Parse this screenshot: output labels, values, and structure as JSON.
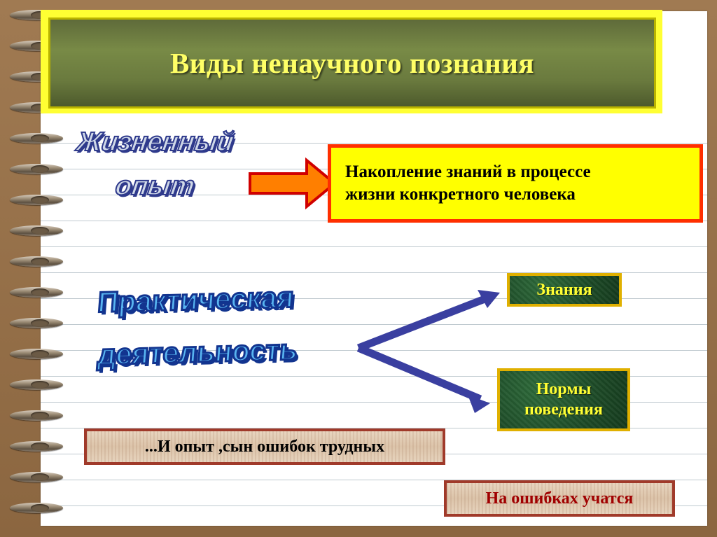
{
  "slide": {
    "title": "Виды ненаучного познания",
    "branch_life": {
      "label_line1": "Жизненный",
      "label_line2": "опыт",
      "result_line1": "Накопление знаний в процессе",
      "result_line2": "жизни конкретного человека"
    },
    "branch_practice": {
      "label_line1": "Практическая",
      "label_line2": "деятельность",
      "outcome_1": "Знания",
      "outcome_2_line1": "Нормы",
      "outcome_2_line2": "поведения"
    },
    "quotes": {
      "quote_1": "...И опыт ,сын ошибок трудных",
      "quote_2": "На  ошибках учатся"
    },
    "colors": {
      "title_banner_fill": "#ffff33",
      "title_band": "#6a7a3e",
      "title_text": "#ffff66",
      "accum_box_fill": "#ffff00",
      "accum_box_border": "#ff2f00",
      "green_box_border": "#e0b000",
      "green_box_text": "#ffff33",
      "arrow_orange": "#ff7a00",
      "arrow_blue": "#3a3fa0",
      "parchment_border": "#a03a2a",
      "page_rule": "#bfc9cf",
      "notebook_brown": "#9a7550"
    }
  }
}
